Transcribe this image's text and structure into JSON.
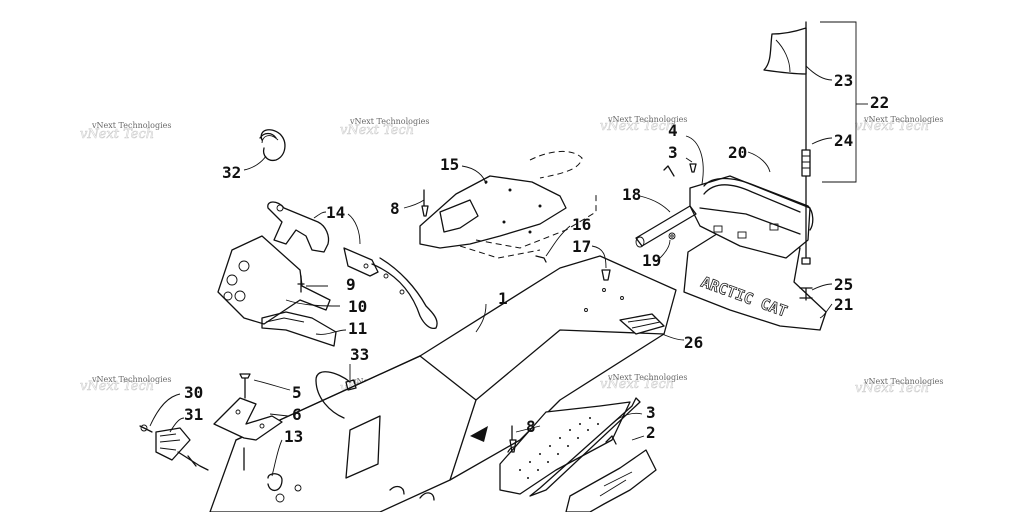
{
  "watermark": "vNext Technologies",
  "callouts": [
    "1",
    "2",
    "3",
    "3",
    "4",
    "5",
    "6",
    "8",
    "8",
    "9",
    "10",
    "11",
    "13",
    "14",
    "15",
    "16",
    "17",
    "18",
    "19",
    "20",
    "21",
    "22",
    "23",
    "24",
    "25",
    "26",
    "30",
    "31",
    "32",
    "33"
  ],
  "icons": [
    "arrow-left-icon"
  ]
}
